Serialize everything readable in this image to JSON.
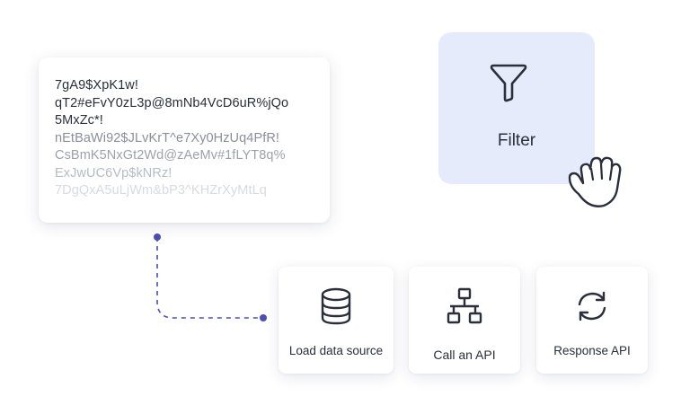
{
  "text_card": {
    "lines": [
      {
        "text": "7gA9$XpK1w!",
        "color": "#2b2e3b"
      },
      {
        "text": "qT2#eFvY0zL3p@8mNb4VcD6uR%jQo",
        "color": "#2b2e3b"
      },
      {
        "text": "5MxZc*!",
        "color": "#2b2e3b"
      },
      {
        "text": "nEtBaWi92$JLvKrT^e7Xy0HzUq4PfR!",
        "color": "#8b8f9c"
      },
      {
        "text": "CsBmK5NxGt2Wd@zAeMv#1fLYT8q%",
        "color": "#9ea1ad"
      },
      {
        "text": "ExJwUC6Vp$kNRz!",
        "color": "#b8bbc5"
      },
      {
        "text": "7DgQxA5uLjWm&bP3^KHZrXyMtLq",
        "color": "#d8dae1"
      }
    ]
  },
  "filter_card": {
    "label": "Filter",
    "icon": "filter-funnel-icon",
    "pointer_icon": "hand-pointer-icon"
  },
  "steps": [
    {
      "id": "load",
      "label": "Load data source",
      "icon": "database-icon"
    },
    {
      "id": "call",
      "label": "Call an API",
      "icon": "network-icon"
    },
    {
      "id": "resp",
      "label": "Response API",
      "icon": "refresh-icon"
    }
  ],
  "colors": {
    "accent": "#4a4fb8",
    "filter_bg": "#e6ebfb",
    "text": "#2b2e3b"
  }
}
